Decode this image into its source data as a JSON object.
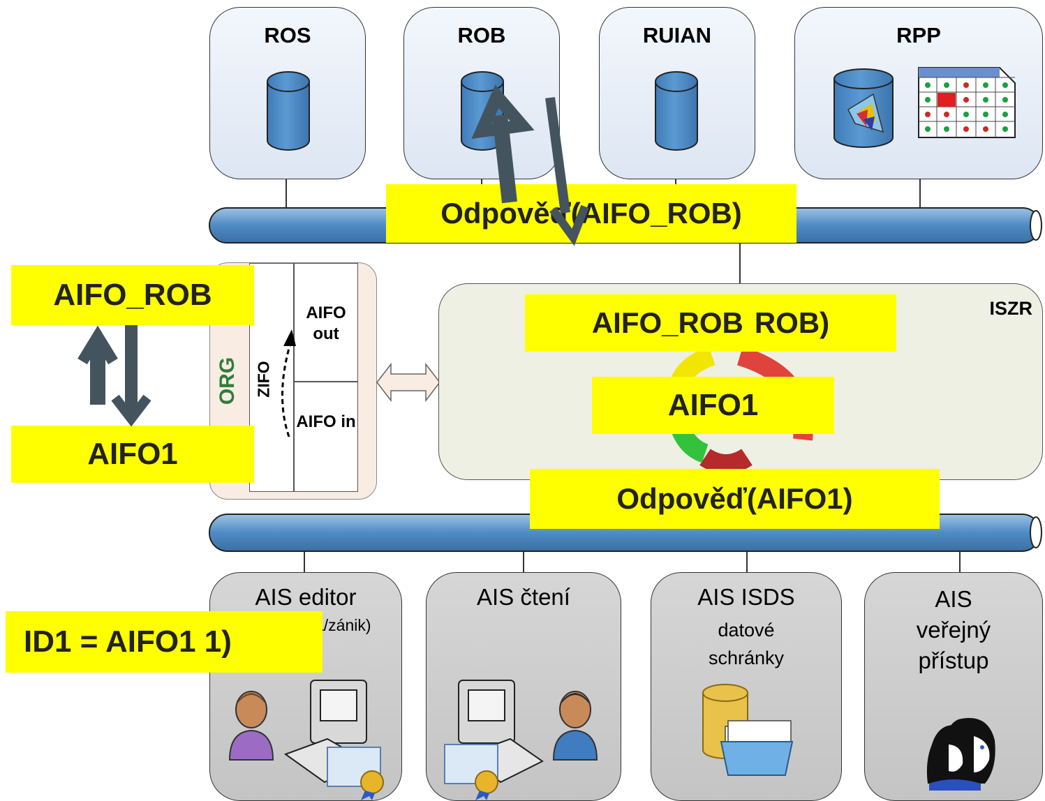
{
  "registries": [
    {
      "id": "ros",
      "title": "ROS"
    },
    {
      "id": "rob",
      "title": "ROB"
    },
    {
      "id": "ruian",
      "title": "RUIAN"
    },
    {
      "id": "rpp",
      "title": "RPP"
    }
  ],
  "iszr": {
    "title": "ISZR"
  },
  "org": {
    "label": "ORG",
    "zifo": "ZIFO",
    "aifo_out": "AIFO out",
    "aifo_in": "AIFO in"
  },
  "ais": [
    {
      "id": "editor",
      "title": "AIS editor",
      "subtitle": "a/zánik)"
    },
    {
      "id": "cteni",
      "title": "AIS čtení"
    },
    {
      "id": "isds",
      "title": "AIS ISDS",
      "subtitle": "datové schránky"
    },
    {
      "id": "verejny",
      "title": "AIS veřejný přístup"
    }
  ],
  "labels": {
    "odpoved_aifo_rob": "Odpověď(AIFO_ROB)",
    "aifo_rob_left": "AIFO_ROB",
    "aifo1_left": "AIFO1",
    "aifo_rob_iszr": "AIFO_ROB",
    "aifo_rob_iszr_tail": "ROB)",
    "aifo1_iszr": "AIFO1",
    "odpoved_aifo1": "Odpověď(AIFO1)",
    "id1": "ID1 = AIFO1  1)"
  },
  "colors": {
    "bus": "#4f8bc4",
    "highlight": "#ffff00",
    "arrow": "#44545f"
  }
}
